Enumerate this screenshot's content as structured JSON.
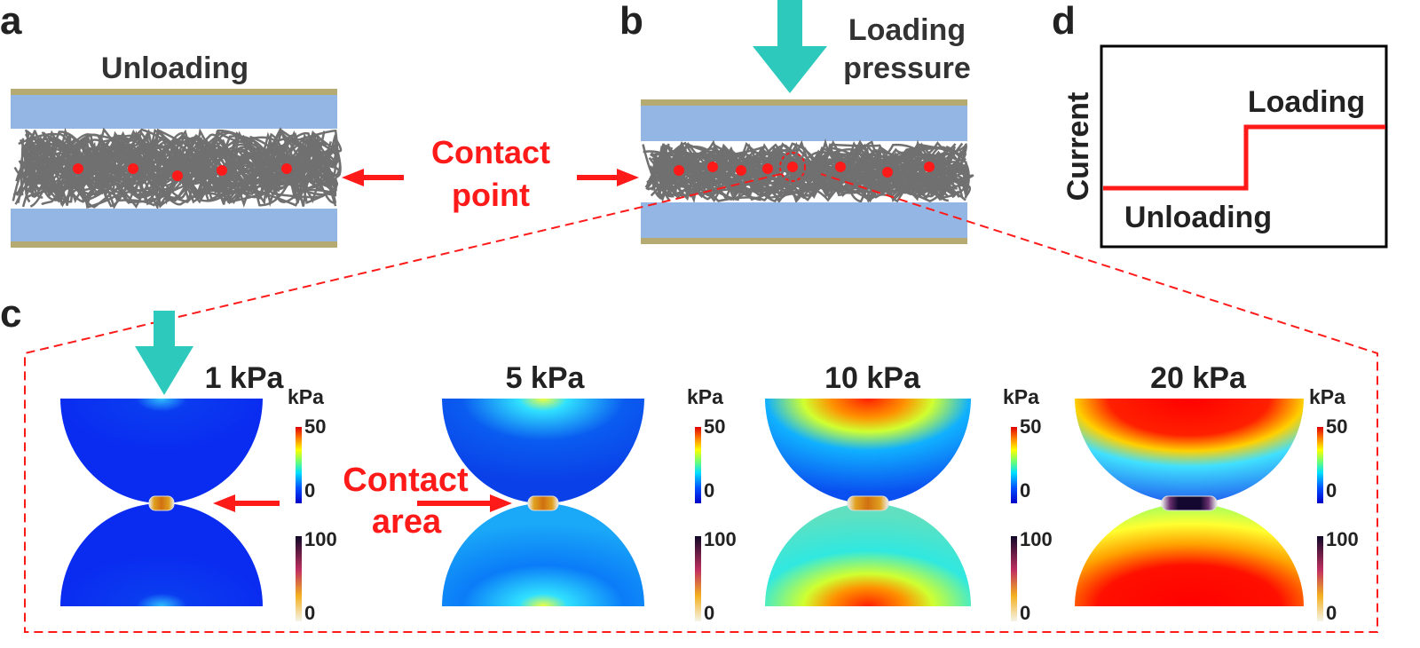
{
  "panels": {
    "a": {
      "label": "a",
      "title": "Unloading"
    },
    "b": {
      "label": "b",
      "title_line1": "Loading",
      "title_line2": "pressure"
    },
    "c": {
      "label": "c"
    },
    "d": {
      "label": "d",
      "ylabel": "Current",
      "high_label": "Loading",
      "low_label": "Unloading"
    }
  },
  "contact_point": {
    "line1": "Contact",
    "line2": "point"
  },
  "contact_area": {
    "line1": "Contact",
    "line2": "area"
  },
  "simulations": [
    {
      "pressure": "1 kPa"
    },
    {
      "pressure": "5 kPa"
    },
    {
      "pressure": "10 kPa"
    },
    {
      "pressure": "20 kPa"
    }
  ],
  "colorbar_stress": {
    "unit": "kPa",
    "max": "50",
    "min": "0"
  },
  "colorbar_contact": {
    "max": "100",
    "min": "0"
  },
  "colors": {
    "accent_red": "#ff1a1a",
    "arrow_teal": "#2ec9bd",
    "plate_blue": "#94b6e4",
    "plate_gold": "#b5ab72",
    "fiber_gray": "#707070"
  }
}
